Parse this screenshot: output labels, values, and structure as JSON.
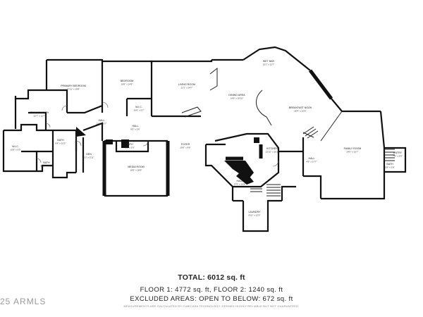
{
  "rooms": [
    {
      "name": "PRIMARY BEDROOM",
      "dim": "17'11\" x 19'8\""
    },
    {
      "name": "BEDROOM",
      "dim": "15'8\" x 14'8\""
    },
    {
      "name": "LIVING ROOM",
      "dim": "22'1\" x 24'7\""
    },
    {
      "name": "WET BAR",
      "dim": "15'1\" x 12'7\""
    },
    {
      "name": "DINING AREA",
      "dim": "14'8\" x 25'10\""
    },
    {
      "name": "BREAKFAST NOOK",
      "dim": "28'4\" x 22'8\""
    },
    {
      "name": "PRIMARY BATH",
      "dim": "22'7\" x 12'7\""
    },
    {
      "name": "W.I.C.",
      "dim": "10'6\" x 5'7\""
    },
    {
      "name": "HALL",
      "dim": "13'0\" x 6'7\""
    },
    {
      "name": "HALL",
      "dim": "9'5\" x 3'6\""
    },
    {
      "name": "W.I.C.",
      "dim": "10'9\" x 5'9\""
    },
    {
      "name": "BATH",
      "dim": "8'4\" x 10'3\""
    },
    {
      "name": "BATH",
      "dim": "5'10\" x 5'10\""
    },
    {
      "name": "BATH",
      "dim": "6'1\" x 5'5\""
    },
    {
      "name": "DEN",
      "dim": "6'3\" x 5'11\""
    },
    {
      "name": "MEDIA ROOM",
      "dim": "18'5\" x 18'8\""
    },
    {
      "name": "FOYER",
      "dim": "20'0\" x 9'6\""
    },
    {
      "name": "KITCHEN",
      "dim": "22'10\" x 16'1\""
    },
    {
      "name": "HALL",
      "dim": "17'9\" x 13'8\""
    },
    {
      "name": "HALL",
      "dim": "4'9\" x 17'7\""
    },
    {
      "name": "FAMILY ROOM",
      "dim": "24'0\" x 16'7\""
    },
    {
      "name": "ENTRY",
      "dim": "7'9\" x 6'5\""
    },
    {
      "name": "BATH",
      "dim": "5'8\" x 5'8\""
    },
    {
      "name": "LAUNDRY",
      "dim": "8'10\" x 12'9\""
    }
  ],
  "summary": {
    "total": "TOTAL: 6012 sq. ft",
    "floors": "FLOOR 1: 4772 sq. ft, FLOOR 2: 1240 sq. ft",
    "excluded": "EXCLUDED AREAS: OPEN TO BELOW: 672 sq. ft",
    "disclaimer": "MEASUREMENTS ARE CALCULATED BY CUBICASA TECHNOLOGY. DEEMED HIGHLY RELIABLE BUT NOT GUARANTEED."
  },
  "watermark": "25 ARMLS"
}
